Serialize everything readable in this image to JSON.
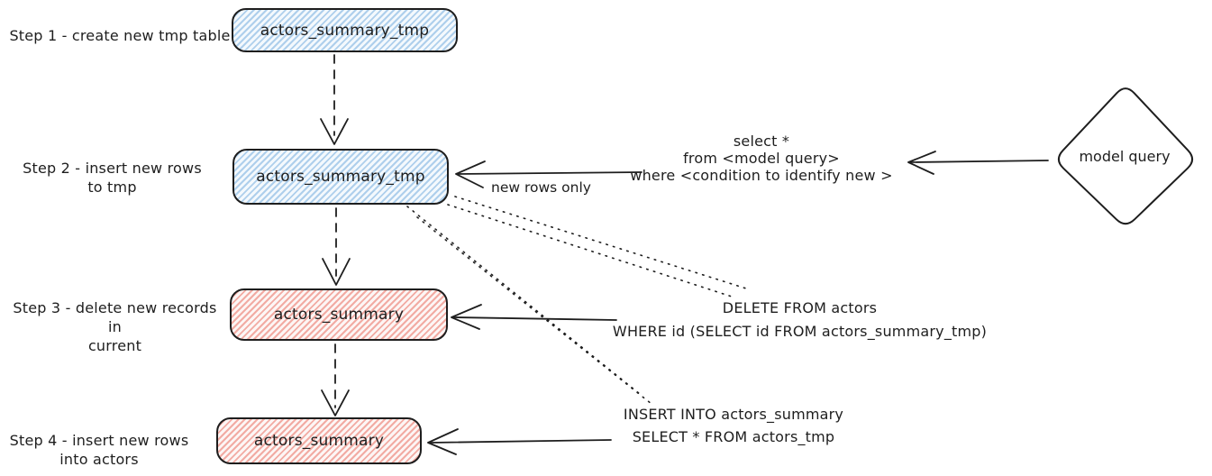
{
  "steps": [
    {
      "label_line1": "Step 1 - create new tmp table",
      "label_line2": "",
      "box_label": "actors_summary_tmp",
      "box_color": "#aecfec"
    },
    {
      "label_line1": "Step 2 - insert new rows",
      "label_line2": "to tmp",
      "box_label": "actors_summary_tmp",
      "box_color": "#aecfec"
    },
    {
      "label_line1": "Step 3 - delete new records in",
      "label_line2": "current",
      "box_label": "actors_summary",
      "box_color": "#f2aba3"
    },
    {
      "label_line1": "Step 4 - insert new rows",
      "label_line2": "into actors",
      "box_label": "actors_summary",
      "box_color": "#f2aba3"
    }
  ],
  "model_query_node": {
    "label": "model query"
  },
  "annotations": {
    "select_line1": "select *",
    "select_line2": "from <model query>",
    "select_line3": "where <condition to identify new >",
    "new_rows_label": "new rows only",
    "delete_line1": "DELETE FROM actors",
    "delete_line2": "WHERE id (SELECT id FROM actors_summary_tmp)",
    "insert_line1": "INSERT INTO actors_summary",
    "insert_line2": "SELECT * FROM actors_tmp"
  },
  "colors": {
    "stroke": "#1e1e1e",
    "blue_fill": "#aecfec",
    "red_fill": "#f2aba3",
    "background": "#ffffff"
  }
}
